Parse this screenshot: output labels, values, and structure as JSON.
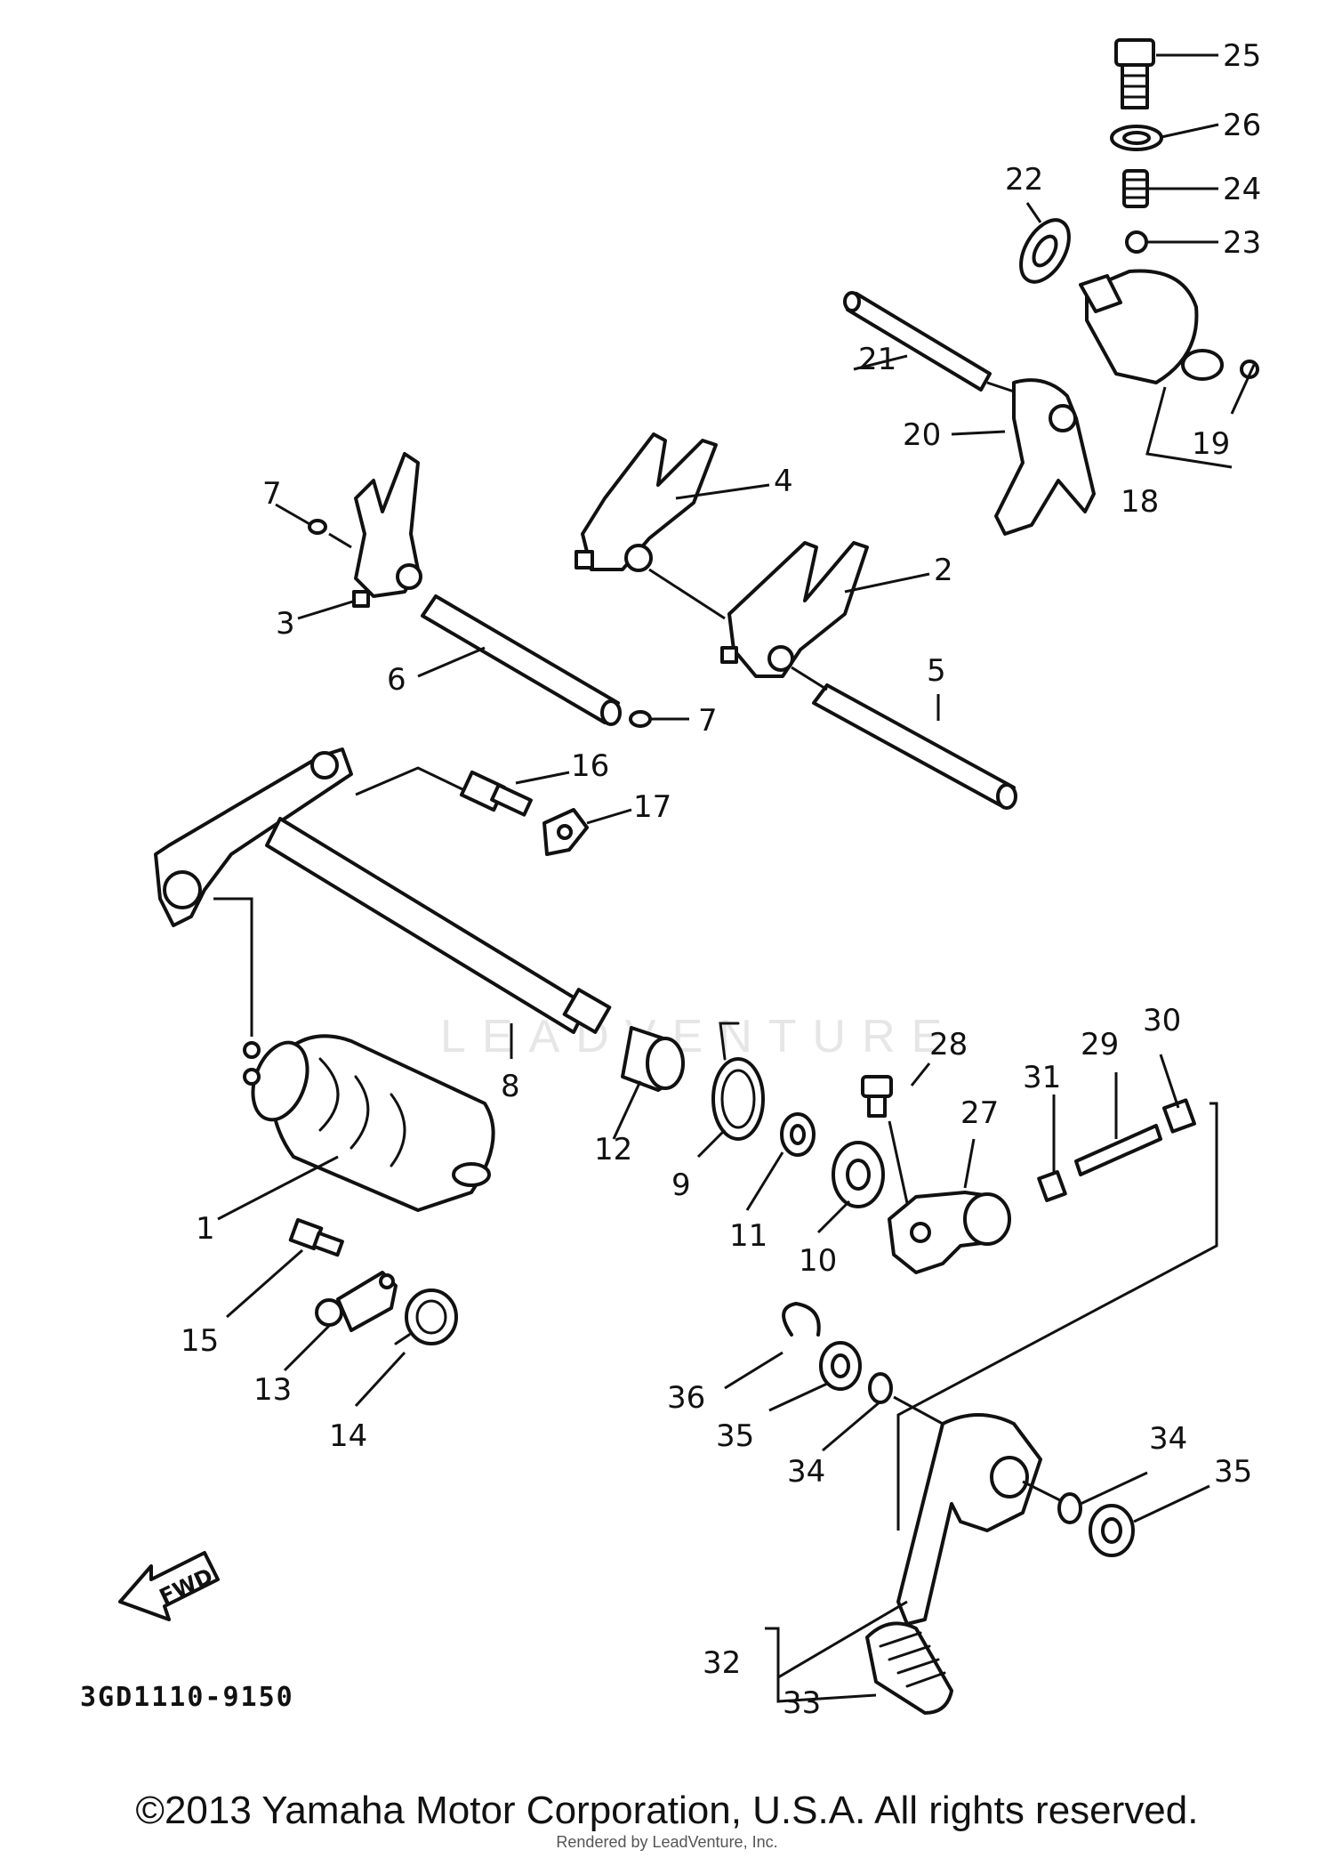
{
  "diagram": {
    "drawing_code": "3GD1110-9150",
    "fwd_label": "FWD",
    "watermark": "LEADVENTURE",
    "copyright": "©2013 Yamaha Motor Corporation, U.S.A. All rights reserved.",
    "rendered_by": "Rendered by LeadVenture, Inc.",
    "callouts": [
      "1",
      "2",
      "3",
      "4",
      "5",
      "6",
      "7",
      "7",
      "8",
      "9",
      "10",
      "11",
      "12",
      "13",
      "14",
      "15",
      "16",
      "17",
      "18",
      "19",
      "20",
      "21",
      "22",
      "23",
      "24",
      "25",
      "26",
      "27",
      "28",
      "29",
      "30",
      "31",
      "32",
      "33",
      "34",
      "34",
      "35",
      "35",
      "36"
    ]
  }
}
